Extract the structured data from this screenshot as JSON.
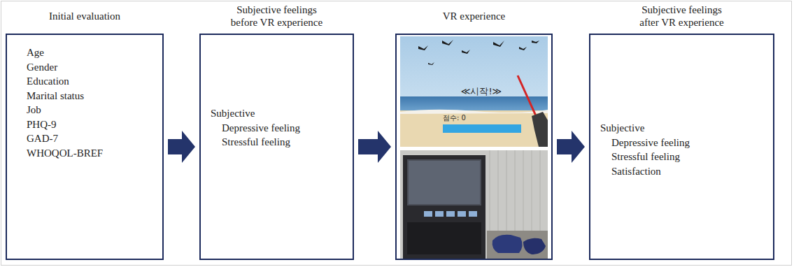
{
  "diagram": {
    "nodes": [
      {
        "text": [
          "Initial evaluation",
          "Age",
          "Gender",
          "Education",
          "Marital status",
          "Job",
          "PHQ-9",
          "GAD-7",
          "WHOQOL-BREF"
        ]
      },
      {
        "text": [
          "Subjective feelings before VR experience",
          "Subjective",
          "Depressive feeling",
          "Stressful feeling"
        ]
      },
      {
        "text": [
          "VR experience"
        ]
      },
      {
        "text": [
          "Subjective feelings after VR experience",
          "Subjective",
          "Depressive feeling",
          "Stressful feeling",
          "Satisfaction"
        ]
      }
    ],
    "edges": [
      {
        "from": 0,
        "to": 1,
        "arrow": "to"
      },
      {
        "from": 1,
        "to": 2,
        "arrow": "to"
      },
      {
        "from": 2,
        "to": 3,
        "arrow": "to"
      }
    ],
    "labels": [
      "≪시작!≫",
      "점수: 0"
    ]
  }
}
